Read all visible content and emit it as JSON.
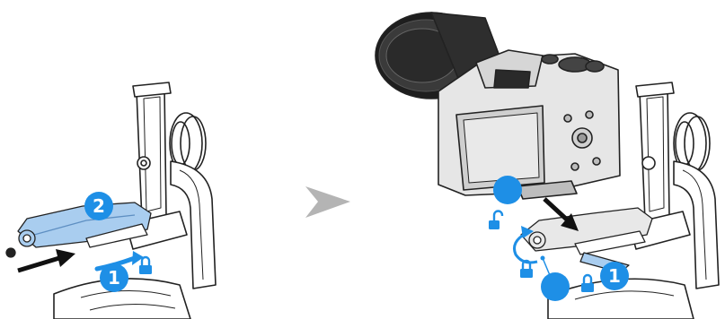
{
  "colors": {
    "accent_blue": "#1e8fe6",
    "plate_blue": "#a9cdef",
    "line_dark": "#222222",
    "camera_grey": "#e6e6e6",
    "arrow_grey": "#b4b4b4"
  },
  "left_panel": {
    "step_main": "1",
    "step_secondary": "2"
  },
  "right_panel": {
    "step_main": "1"
  },
  "icons": [
    "gimbal-left-illustration",
    "gimbal-right-illustration",
    "camera-illustration",
    "unlocked-padlock-icon",
    "locked-padlock-icon",
    "insert-arrow-icon",
    "mount-arrow-icon",
    "rotate-arrow-icon",
    "next-step-arrow-icon"
  ]
}
